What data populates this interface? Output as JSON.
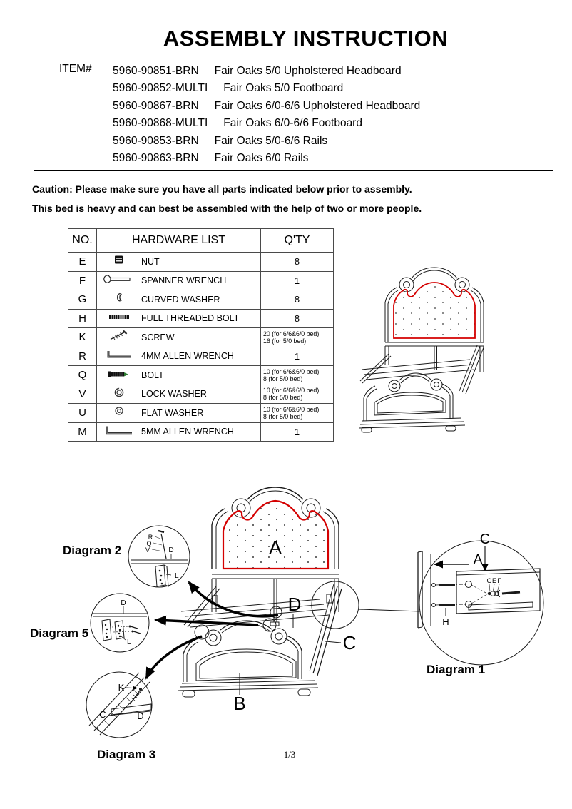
{
  "colors": {
    "trim_red": "#d40000"
  },
  "header": {
    "title": "ASSEMBLY INSTRUCTION",
    "item_label": "ITEM#",
    "items": [
      {
        "sku": "5960-90851-BRN",
        "desc": "Fair Oaks 5/0 Upholstered Headboard"
      },
      {
        "sku": "5960-90852-MULTI",
        "desc": "Fair Oaks 5/0 Footboard"
      },
      {
        "sku": "5960-90867-BRN",
        "desc": "Fair Oaks 6/0-6/6 Upholstered Headboard"
      },
      {
        "sku": "5960-90868-MULTI",
        "desc": "Fair Oaks 6/0-6/6 Footboard"
      },
      {
        "sku": "5960-90853-BRN",
        "desc": "Fair Oaks 5/0-6/6 Rails"
      },
      {
        "sku": "5960-90863-BRN",
        "desc": "Fair Oaks 6/0 Rails"
      }
    ]
  },
  "caution": {
    "line1": "Caution: Please make sure you have all parts indicated below prior to assembly.",
    "line2": "This bed is heavy and can best be assembled with the help of two or more people."
  },
  "hardware_table": {
    "col_no": "NO.",
    "col_list": "HARDWARE LIST",
    "col_qty": "Q'TY",
    "rows": [
      {
        "no": "E",
        "icon": "nut-icon",
        "name": "NUT",
        "qty1": "8",
        "qty2": ""
      },
      {
        "no": "F",
        "icon": "spanner-wrench-icon",
        "name": "SPANNER WRENCH",
        "qty1": "1",
        "qty2": ""
      },
      {
        "no": "G",
        "icon": "curved-washer-icon",
        "name": "CURVED WASHER",
        "qty1": "8",
        "qty2": ""
      },
      {
        "no": "H",
        "icon": "full-threaded-bolt-icon",
        "name": "FULL THREADED BOLT",
        "qty1": "8",
        "qty2": ""
      },
      {
        "no": "K",
        "icon": "screw-icon",
        "name": "SCREW",
        "qty1": "20 (for 6/6&6/0 bed)",
        "qty2": "16 (for 5/0 bed)"
      },
      {
        "no": "R",
        "icon": "allen-wrench-4mm-icon",
        "name": "4MM ALLEN WRENCH",
        "qty1": "1",
        "qty2": ""
      },
      {
        "no": "Q",
        "icon": "bolt-icon",
        "name": "BOLT",
        "qty1": "10 (for 6/6&6/0 bed)",
        "qty2": "8 (for 5/0 bed)"
      },
      {
        "no": "V",
        "icon": "lock-washer-icon",
        "name": "LOCK WASHER",
        "qty1": "10 (for 6/6&6/0 bed)",
        "qty2": "8 (for 5/0 bed)"
      },
      {
        "no": "U",
        "icon": "flat-washer-icon",
        "name": "FLAT WASHER",
        "qty1": "10 (for 6/6&6/0 bed)",
        "qty2": "8 (for 5/0 bed)"
      },
      {
        "no": "M",
        "icon": "allen-wrench-5mm-icon",
        "name": "5MM ALLEN WRENCH",
        "qty1": "1",
        "qty2": ""
      }
    ]
  },
  "diagram": {
    "bed_labels": {
      "a": "A",
      "b": "B",
      "c": "C",
      "d": "D"
    },
    "d1": {
      "title": "Diagram 1",
      "a": "A",
      "c": "C",
      "h": "H",
      "g": "G",
      "e": "E",
      "f": "F"
    },
    "d2": {
      "title": "Diagram 2",
      "r": "R",
      "q": "Q",
      "v": "V",
      "d": "D",
      "l": "L"
    },
    "d3": {
      "title": "Diagram 3",
      "k": "K",
      "c": "C",
      "d": "D"
    },
    "d5": {
      "title": "Diagram 5",
      "d": "D",
      "l": "L"
    }
  },
  "footer": {
    "page": "1/3"
  }
}
